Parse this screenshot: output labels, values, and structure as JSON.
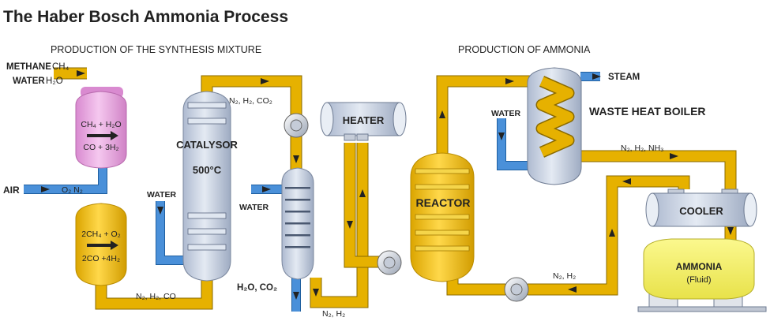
{
  "title": "The Haber Bosch Ammonia Process",
  "sections": {
    "synthesis": "PRODUCTION OF THE SYNTHESIS MIXTURE",
    "ammonia": "PRODUCTION OF AMMONIA"
  },
  "inputs": {
    "methane_label": "METHANE",
    "methane_formula": "CH₄",
    "water_label": "WATER",
    "water_formula": "H₂O",
    "air_label": "AIR",
    "air_formula": "O₂ N₂"
  },
  "reactor1": {
    "line1": "CH₄ + H₂O",
    "line2": "CO + 3H₂"
  },
  "reactor2": {
    "line1": "2CH₄ + O₂",
    "line2": "2CO +4H₂"
  },
  "streams": {
    "n2h2co": "N₂, H₂, CO",
    "n2h2co2": "N₂, H₂, CO₂",
    "h2o_co2": "H₂O, CO₂",
    "n2h2_a": "N₂, H₂",
    "n2h2_b": "N₂, H₂",
    "n2h2nh3": "N₂, H₂, NH₃"
  },
  "units": {
    "catalysor": "CATALYSOR",
    "temperature": "500°C",
    "water_catalysor": "WATER",
    "water_scrubber": "WATER",
    "heater": "HEATER",
    "reactor": "REACTOR",
    "water_boiler": "WATER",
    "steam": "STEAM",
    "boiler": "WASTE HEAT BOILER",
    "cooler": "COOLER",
    "ammonia": "AMMONIA",
    "ammonia_sub": "(Fluid)"
  },
  "colors": {
    "pipe_yellow": "#e6b100",
    "pipe_blue": "#4a90d9",
    "vessel_pink": "#e9a9e0",
    "vessel_gold": "#f2c21b",
    "vessel_steel": "#c8d3e3",
    "tank_yellow": "#f7f36a"
  }
}
